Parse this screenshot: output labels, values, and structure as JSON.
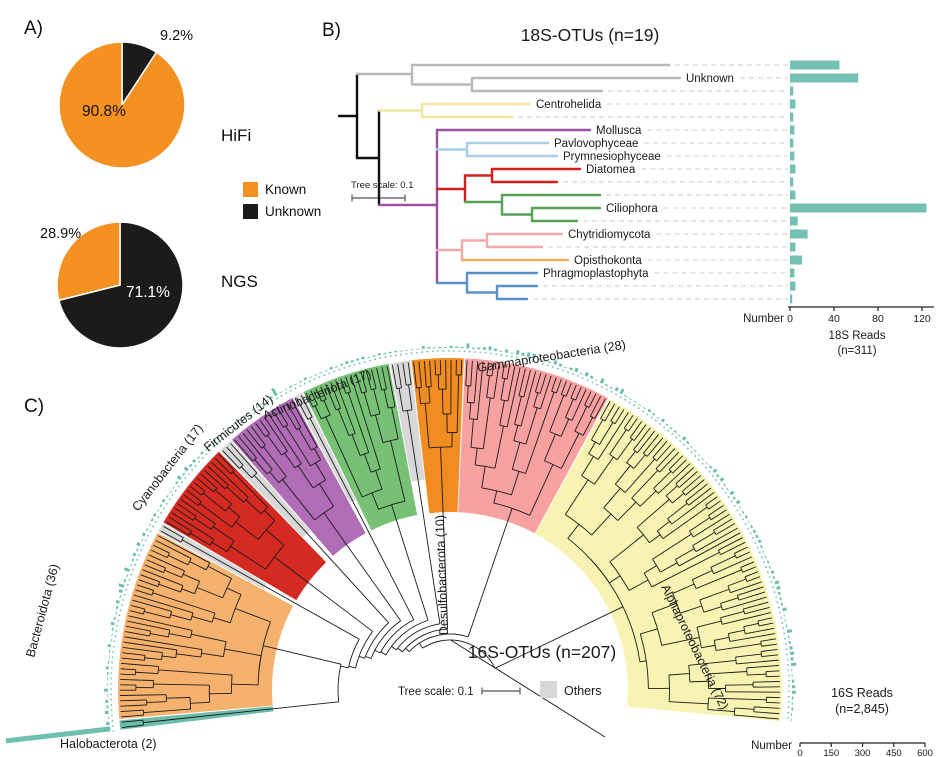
{
  "page": {
    "background": "#ffffff"
  },
  "panelA": {
    "label": "A)",
    "legend": [
      {
        "label": "Known",
        "color": "#f59120"
      },
      {
        "label": "Unknown",
        "color": "#1b1b1b"
      }
    ]
  },
  "panelB": {
    "label": "B)",
    "title": "18S-OTUs (n=19)",
    "tree_scale": "Tree scale: 0.1",
    "axis_label": "Number",
    "caption1": "18S Reads",
    "caption2": "(n=311)"
  },
  "panelC": {
    "label": "C)",
    "title": "16S-OTUs (n=207)",
    "tree_scale": "Tree scale: 0.1",
    "others_label": "Others",
    "others_color": "#d8d8d8",
    "axis_label": "Number",
    "caption1": "16S Reads",
    "caption2": "(n=2,845)"
  },
  "chart_data": [
    {
      "type": "pie",
      "name": "HiFi",
      "slices": [
        {
          "label": "Unknown",
          "value": 9.2,
          "display": "9.2%",
          "color": "#1b1b1b"
        },
        {
          "label": "Known",
          "value": 90.8,
          "display": "90.8%",
          "color": "#f59120"
        }
      ]
    },
    {
      "type": "pie",
      "name": "NGS",
      "slices": [
        {
          "label": "Unknown",
          "value": 71.1,
          "display": "71.1%",
          "color": "#1b1b1b"
        },
        {
          "label": "Known",
          "value": 28.9,
          "display": "28.9%",
          "color": "#f59120"
        }
      ]
    },
    {
      "type": "bar",
      "name": "18S reads per OTU",
      "title": "18S-OTUs (n=19)",
      "xlabel": "Number",
      "ticks": [
        0,
        40,
        80,
        120
      ],
      "total_reads": 311,
      "bar_color": "#74c0b2",
      "leaves": [
        {
          "taxon": "Unknown",
          "label": "",
          "value": 45,
          "color": "#b8b8b8"
        },
        {
          "taxon": "Unknown",
          "label": "Unknown",
          "value": 62,
          "color": "#b8b8b8"
        },
        {
          "taxon": "Unknown",
          "label": "",
          "value": 3,
          "color": "#b8b8b8"
        },
        {
          "taxon": "Centrohelida",
          "label": "Centrohelida",
          "value": 5,
          "color": "#efe6a2"
        },
        {
          "taxon": "Centrohelida",
          "label": "",
          "value": 3,
          "color": "#efe6a2"
        },
        {
          "taxon": "Mollusca",
          "label": "Mollusca",
          "value": 4,
          "color": "#9a52a0"
        },
        {
          "taxon": "Pavlovophyceae",
          "label": "Pavlovophyceae",
          "value": 3,
          "color": "#a9cde6"
        },
        {
          "taxon": "Prymnesiophyceae",
          "label": "Prymnesiophyceae",
          "value": 4,
          "color": "#a9cde6"
        },
        {
          "taxon": "Diatomea",
          "label": "Diatomea",
          "value": 5,
          "color": "#d3201f"
        },
        {
          "taxon": "Diatomea",
          "label": "",
          "value": 3,
          "color": "#d3201f"
        },
        {
          "taxon": "Ciliophora",
          "label": "",
          "value": 5,
          "color": "#59a257"
        },
        {
          "taxon": "Ciliophora",
          "label": "Ciliophora",
          "value": 124,
          "color": "#59a257"
        },
        {
          "taxon": "Ciliophora",
          "label": "",
          "value": 7,
          "color": "#59a257"
        },
        {
          "taxon": "Chytridiomycota",
          "label": "Chytridiomycota",
          "value": 16,
          "color": "#f2a9a9"
        },
        {
          "taxon": "Chytridiomycota",
          "label": "",
          "value": 5,
          "color": "#f2a9a9"
        },
        {
          "taxon": "Opisthokonta",
          "label": "Opisthokonta",
          "value": 11,
          "color": "#f5a962"
        },
        {
          "taxon": "Phragmoplastophyta",
          "label": "Phragmoplastophyta",
          "value": 4,
          "color": "#5b8fc8"
        },
        {
          "taxon": "Phragmoplastophyta",
          "label": "",
          "value": 5,
          "color": "#5b8fc8"
        },
        {
          "taxon": "Phragmoplastophyta",
          "label": "",
          "value": 2,
          "color": "#5b8fc8"
        }
      ]
    },
    {
      "type": "radial-bar",
      "name": "16S reads per OTU",
      "title": "16S-OTUs (n=207)",
      "xlabel": "Number",
      "ticks": [
        0,
        150,
        300,
        450,
        600
      ],
      "total_reads": 2845,
      "bar_color": "#6fbfae",
      "clades": [
        {
          "name": "Halobacterota",
          "label": "Halobacterota (2)",
          "otus": 2,
          "reads": 620,
          "color": "#6cbcab",
          "label_color": "#54b09c"
        },
        {
          "name": "Bacteroidota",
          "label": "Bacteroidota (36)",
          "otus": 36,
          "reads": 430,
          "color": "#f5b26e",
          "label_color": "#ee9a40"
        },
        {
          "name": "Others",
          "label": "",
          "otus": 2,
          "reads": 15,
          "color": "#d8d8d8",
          "label_color": "#999999"
        },
        {
          "name": "Cyanobacteria",
          "label": "Cyanobacteria (17)",
          "otus": 17,
          "reads": 190,
          "color": "#d52a21",
          "label_color": "#d52a21"
        },
        {
          "name": "Others",
          "label": "",
          "otus": 3,
          "reads": 15,
          "color": "#d8d8d8",
          "label_color": "#999999"
        },
        {
          "name": "Firmicutes",
          "label": "Firmicutes (14)",
          "otus": 14,
          "reads": 90,
          "color": "#b06cb5",
          "label_color": "#a85cad"
        },
        {
          "name": "Others",
          "label": "",
          "otus": 2,
          "reads": 10,
          "color": "#d8d8d8",
          "label_color": "#999999"
        },
        {
          "name": "Actinobacteriota",
          "label": "Actinobacteriota (17)",
          "otus": 17,
          "reads": 140,
          "color": "#77c175",
          "label_color": "#53a951"
        },
        {
          "name": "Others",
          "label": "",
          "otus": 4,
          "reads": 20,
          "color": "#d8d8d8",
          "label_color": "#999999"
        },
        {
          "name": "Desulfobacterota",
          "label": "Desulfobacterota (10)",
          "otus": 10,
          "reads": 75,
          "color": "#f18c20",
          "label_color": "#ee8414"
        },
        {
          "name": "Gammaproteobacteria",
          "label": "Gammaproteobacteria (28)",
          "otus": 28,
          "reads": 410,
          "color": "#f7a2a0",
          "label_color": "#f18f90"
        },
        {
          "name": "Alphaproteobacteria",
          "label": "Alphaproteobacteria (72)",
          "otus": 72,
          "reads": 830,
          "color": "#f7f3b3",
          "label_color": "#cfc23b"
        }
      ]
    }
  ]
}
